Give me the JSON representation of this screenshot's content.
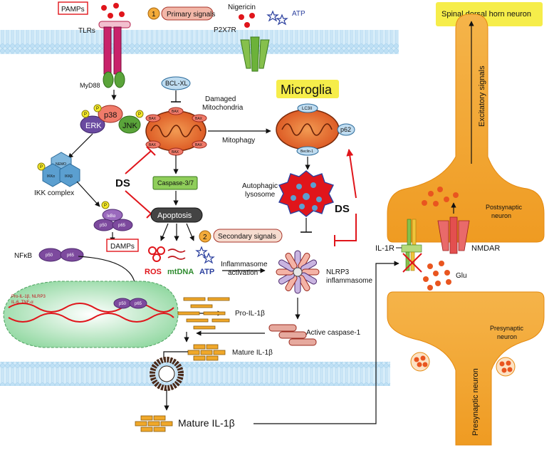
{
  "colors": {
    "membrane": "#cfe9f8",
    "neuron": "#f3ab3a",
    "ds_red": "#e0151b",
    "microglia_highlight": "#f5ea2a",
    "mitochondria": "#e7622a",
    "green_protein": "#5aa43a",
    "purple_protein": "#7d4a9e"
  },
  "labels": {
    "pamps_top": "PAMPs",
    "tlrs": "TLRs",
    "myd88": "MyD88",
    "primary_num": "1",
    "primary_signals": "Primary signals",
    "nigericin": "Nigericin",
    "atp_top": "ATP",
    "p2x7r": "P2X7R",
    "erk": "ERK",
    "p38": "p38",
    "jnk": "JNK",
    "p": "P",
    "nemo": "NEMO",
    "ikka": "IKKα",
    "ikkb": "IKKβ",
    "ikk_complex": "IKK complex",
    "ikba": "IκBα",
    "p50": "p50",
    "p65": "p65",
    "nfkb": "NFκB",
    "nucleus_text_1": "Pro-IL-1β, NLRP3",
    "nucleus_text_2": "IL-6, TNF-α",
    "bclxl": "BCL-XL",
    "bax": "BAX",
    "damaged_1": "Damaged",
    "damaged_2": "Mitochondria",
    "ds": "DS",
    "caspase37": "Caspase-3/7",
    "apoptosis": "Apoptosis",
    "secondary_num": "2",
    "secondary_signals": "Secondary signals",
    "damps": "DAMPs",
    "ros": "ROS",
    "mtdna": "mtDNA",
    "atp_mid": "ATP",
    "mitophagy": "Mitophagy",
    "microglia": "Microglia",
    "lc3ii": "LC3II",
    "p62": "p62",
    "beclin": "Beclin-1",
    "autophagic_1": "Autophagic",
    "autophagic_2": "lysosome",
    "inflammasome_act_1": "Inflammasome",
    "inflammasome_act_2": "activation",
    "nlrp3_1": "NLRP3",
    "nlrp3_2": "inflammasome",
    "pro_il1b": "Pro-IL-1β",
    "active_casp1": "Active caspase-1",
    "mature_il1b_mid": "Mature IL-1β",
    "mature_il1b_bottom": "Mature IL-1β",
    "spinal": "Spinal dorsal horn neuron",
    "excitatory": "Excitatory signals",
    "postsynaptic_1": "Postsynaptic",
    "postsynaptic_2": "neuron",
    "il1r": "IL-1R",
    "nmdar": "NMDAR",
    "glu": "Glu",
    "presynaptic_1": "Presynaptic",
    "presynaptic_2": "neuron",
    "presynaptic_vertical": "Presynaptic neuron"
  }
}
